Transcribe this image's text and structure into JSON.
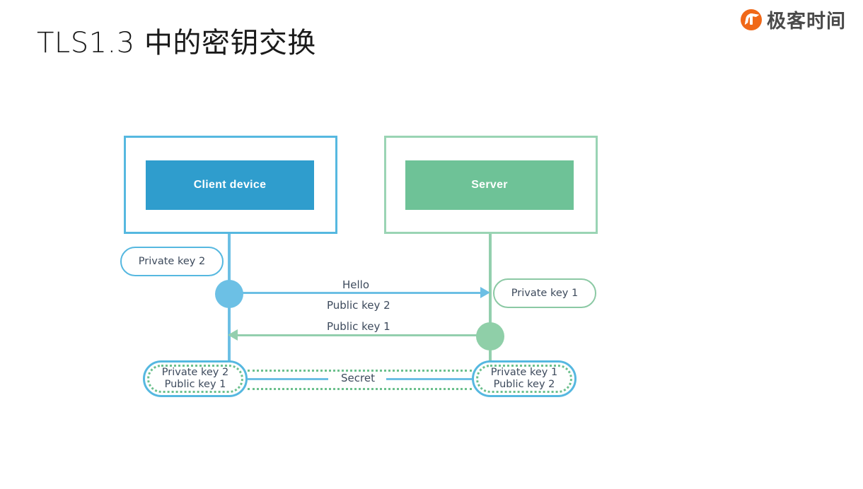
{
  "slide": {
    "title": "TLS1.3 中的密钥交换"
  },
  "brand": {
    "name": "极客时间",
    "mark_icon": "geek-time-logo-icon",
    "mark_color": "#f06818",
    "text_color": "#4a4a4a"
  },
  "diagram": {
    "type": "sequence-diagram",
    "client": {
      "frame_name": "client-frame",
      "label": "Client device",
      "frame_border_color": "#56b8e0",
      "fill_color": "#2f9dcd",
      "lifeline_color": "#6cbfe4",
      "dot_color": "#6cc0e5"
    },
    "server": {
      "frame_name": "server-frame",
      "label": "Server",
      "frame_border_color": "#9ad4b4",
      "fill_color": "#6ec297",
      "lifeline_color": "#93cfae",
      "dot_color": "#8fcfa8"
    },
    "pills": {
      "client_private": "Private key 2",
      "server_private": "Private key 1",
      "client_keys_line1": "Private key 2",
      "client_keys_line2": "Public key 1",
      "server_keys_line1": "Private key 1",
      "server_keys_line2": "Public key 2"
    },
    "messages": [
      {
        "label": "Hello",
        "direction": "client-to-server",
        "color": "#6cbfe4"
      },
      {
        "label": "Public key 2",
        "direction": "client-to-server",
        "color": "#6cbfe4"
      },
      {
        "label": "Public key 1",
        "direction": "server-to-client",
        "color": "#93cfae"
      }
    ],
    "secret": {
      "label": "Secret",
      "solid_color": "#6cbfe4",
      "dotted_color": "#6cc08d"
    },
    "text_color": "#3d4a5c"
  }
}
